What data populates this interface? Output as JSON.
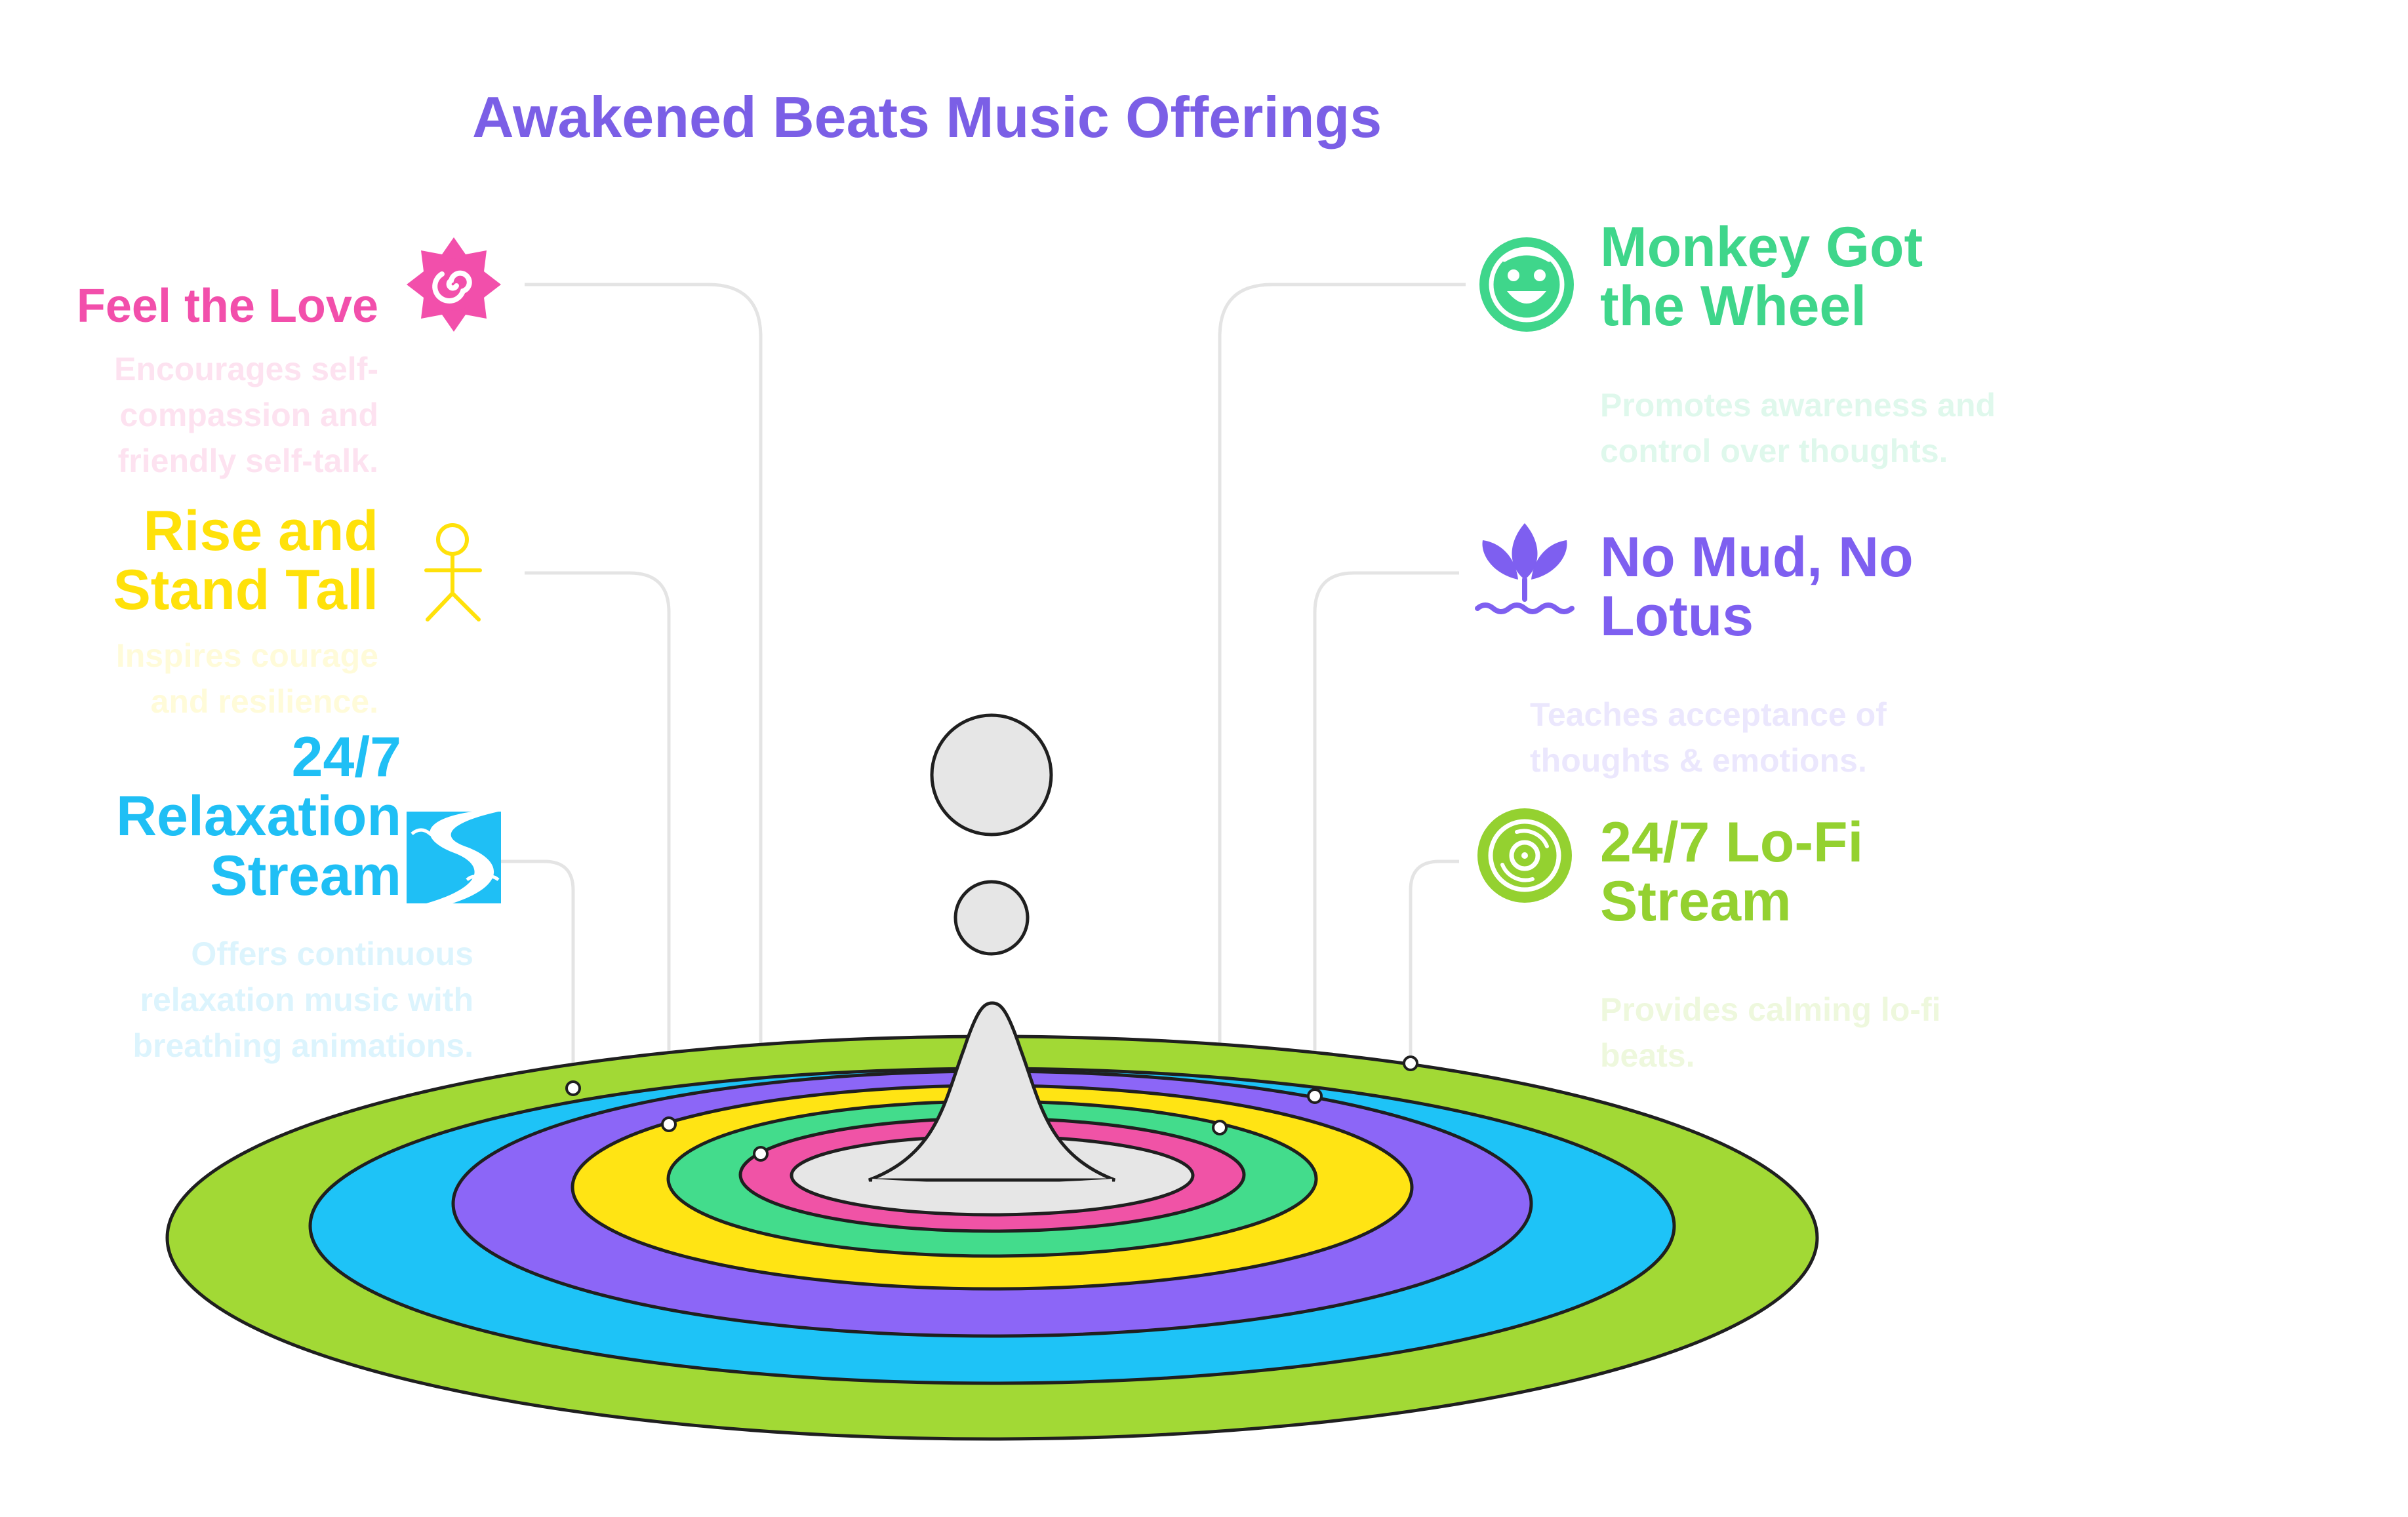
{
  "title": "Awakened Beats Music Offerings",
  "colors": {
    "title": "#7b5fe6",
    "connector": "#e4e4e4",
    "outline": "#1f1f1f",
    "center": "#e6e6e6",
    "ring_green_outer": "#a2d935",
    "ring_blue": "#1ec3f7",
    "ring_purple": "#8c66f7",
    "ring_yellow": "#ffe414",
    "ring_green_inner": "#43dc8c",
    "ring_pink": "#f053a6"
  },
  "offerings": [
    {
      "id": "feel-the-love",
      "title": "Feel the Love",
      "description": "Encourages self-compassion and friendly self-talk.",
      "icon": "sun-spiral-icon",
      "color": "#f24fab",
      "desc_color": "#fde2f0"
    },
    {
      "id": "rise-and-stand-tall",
      "title": "Rise and Stand Tall",
      "description": "Inspires courage and resilience.",
      "icon": "standing-person-icon",
      "color": "#ffe10a",
      "desc_color": "#fffbd9"
    },
    {
      "id": "relaxation-stream",
      "title": "24/7 Relaxation Stream",
      "description": "Offers continuous relaxation music with breathing animations.",
      "icon": "river-stream-icon",
      "color": "#1fbff5",
      "desc_color": "#dcf4fd"
    },
    {
      "id": "monkey-got-the-wheel",
      "title": "Monkey Got the Wheel",
      "description": "Promotes awareness and control over thoughts.",
      "icon": "monkey-face-icon",
      "color": "#3fd68b",
      "desc_color": "#dff8ec"
    },
    {
      "id": "no-mud-no-lotus",
      "title": "No Mud, No Lotus",
      "description": "Teaches acceptance of thoughts & emotions.",
      "icon": "lotus-icon",
      "color": "#7e5ff0",
      "desc_color": "#ebe7fd"
    },
    {
      "id": "lofi-stream",
      "title": "24/7 Lo-Fi Stream",
      "description": "Provides calming lo-fi beats.",
      "icon": "vinyl-record-icon",
      "color": "#94d130",
      "desc_color": "#eef8dd"
    }
  ]
}
